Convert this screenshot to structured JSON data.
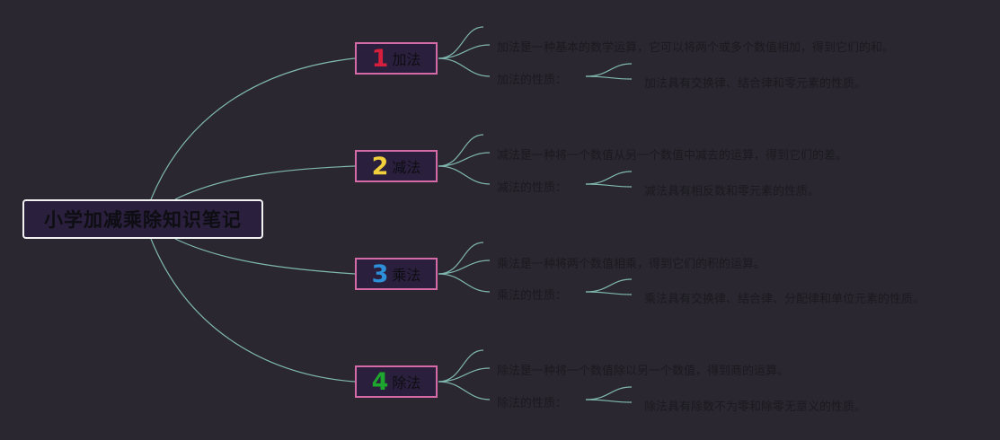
{
  "root": {
    "title": "小学加减乘除知识笔记"
  },
  "colors": {
    "background": "#2b2730",
    "connector": "#7fb8b0",
    "branch_border": "#d46aa6",
    "node_fill": "#2a1f3d"
  },
  "branches": [
    {
      "number": "1",
      "number_color": "#d51f3c",
      "label": "加法",
      "definition": "加法是一种基本的数学运算，它可以将两个或多个数值相加，得到它们的和。",
      "property_label": "加法的性质：",
      "property_detail": "加法具有交换律、结合律和零元素的性质。"
    },
    {
      "number": "2",
      "number_color": "#f2d03b",
      "label": "减法",
      "definition": "减法是一种将一个数值从另一个数值中减去的运算，得到它们的差。",
      "property_label": "减法的性质：",
      "property_detail": "减法具有相反数和零元素的性质。"
    },
    {
      "number": "3",
      "number_color": "#2d8fd8",
      "label": "乘法",
      "definition": "乘法是一种将两个数值相乘，得到它们的积的运算。",
      "property_label": "乘法的性质：",
      "property_detail": "乘法具有交换律、结合律、分配律和单位元素的性质。"
    },
    {
      "number": "4",
      "number_color": "#1ea72e",
      "label": "除法",
      "definition": "除法是一种将一个数值除以另一个数值，得到商的运算。",
      "property_label": "除法的性质：",
      "property_detail": "除法具有除数不为零和除零无意义的性质。"
    }
  ]
}
